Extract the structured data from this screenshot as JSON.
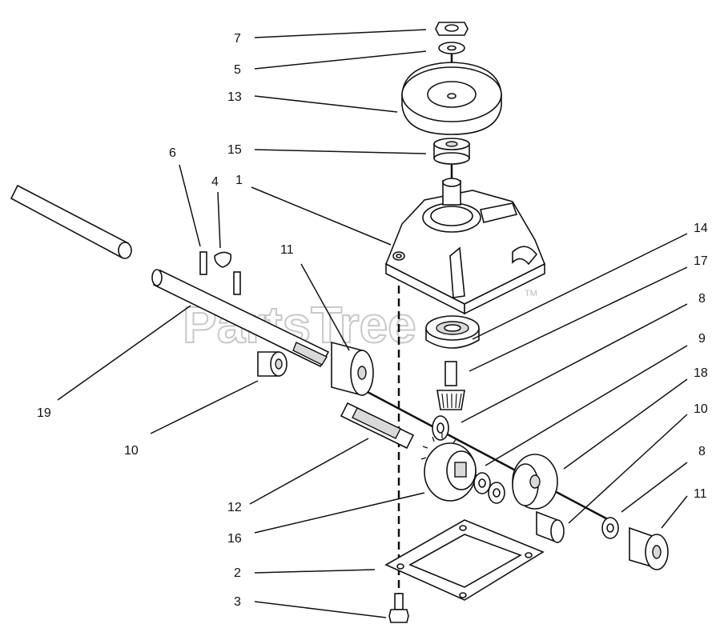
{
  "diagram": {
    "watermark": "PartsTree",
    "watermark_tm": "TM",
    "callouts": [
      "7",
      "5",
      "13",
      "15",
      "6",
      "4",
      "1",
      "14",
      "11",
      "17",
      "8",
      "9",
      "18",
      "19",
      "10",
      "10",
      "12",
      "8",
      "11",
      "16",
      "2",
      "3"
    ]
  }
}
